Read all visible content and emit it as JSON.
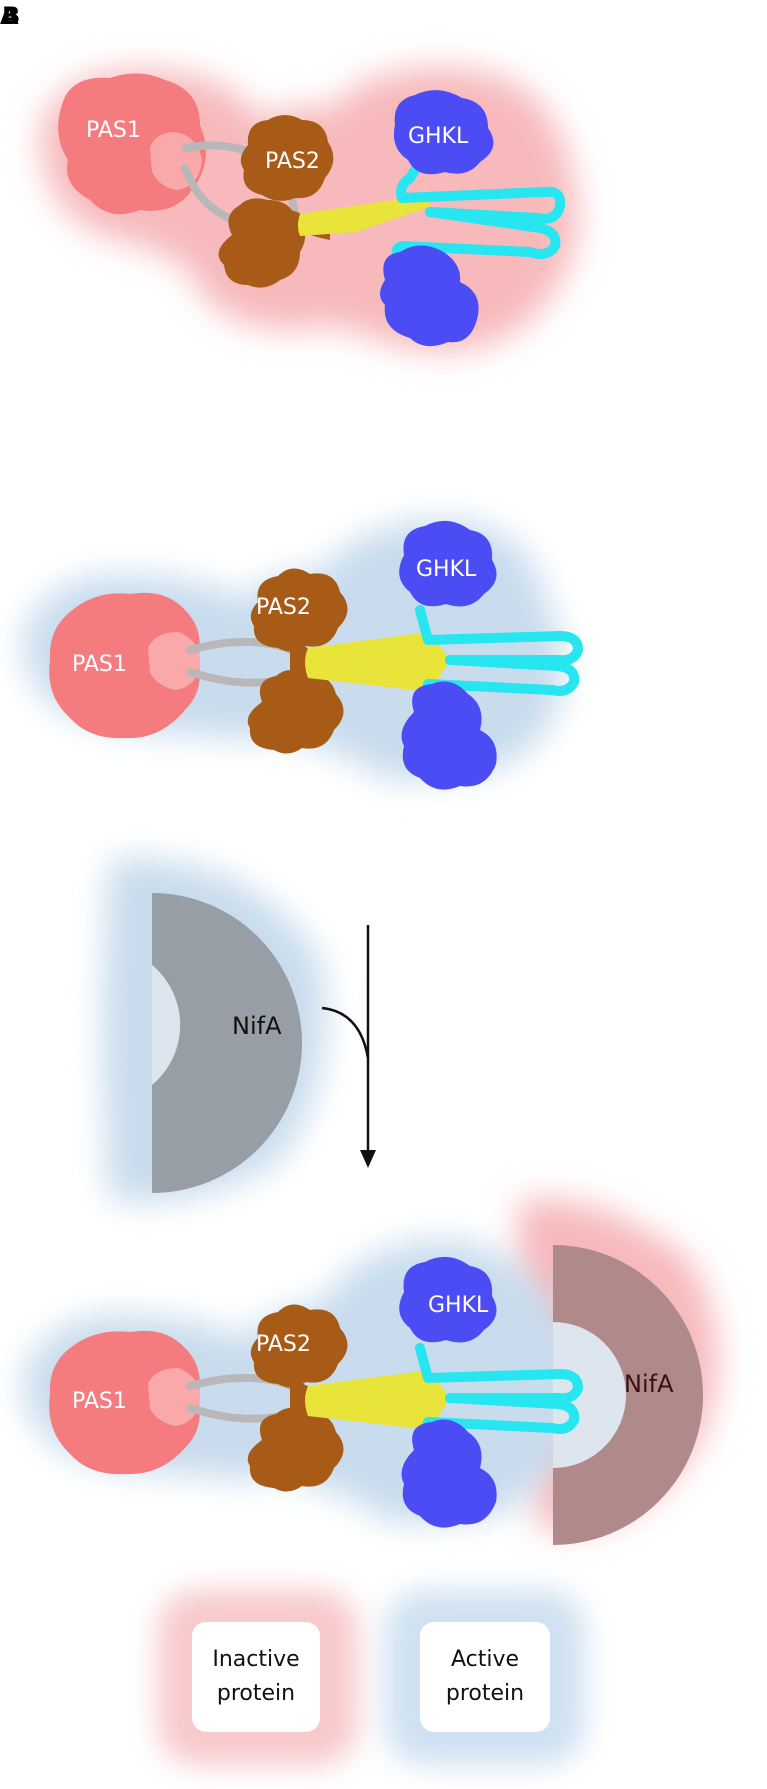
{
  "panel_letters": [
    "A",
    "B"
  ],
  "labels": {
    "pas1": "PAS1",
    "pas2": "PAS2",
    "ghkl": "GHKL",
    "nifa": "NifA"
  },
  "legend": {
    "inactive_line1": "Inactive",
    "inactive_line2": "protein",
    "active_line1": "Active",
    "active_line2": "protein"
  },
  "colors": {
    "pas1": "#f47c7f",
    "pas1_pocket": "#f9a9a9",
    "pas2": "#a85a17",
    "ghkl": "#4b4cf4",
    "helix_yellow": "#e9e43a",
    "dhp_cyan": "#28e6f0",
    "linker_grey": "#b8b8b8",
    "nifa_free": "#979ea6",
    "nifa_bound": "#b0898b",
    "inactive_glow": "#f7b9bc",
    "active_glow": "#c8dcee"
  }
}
